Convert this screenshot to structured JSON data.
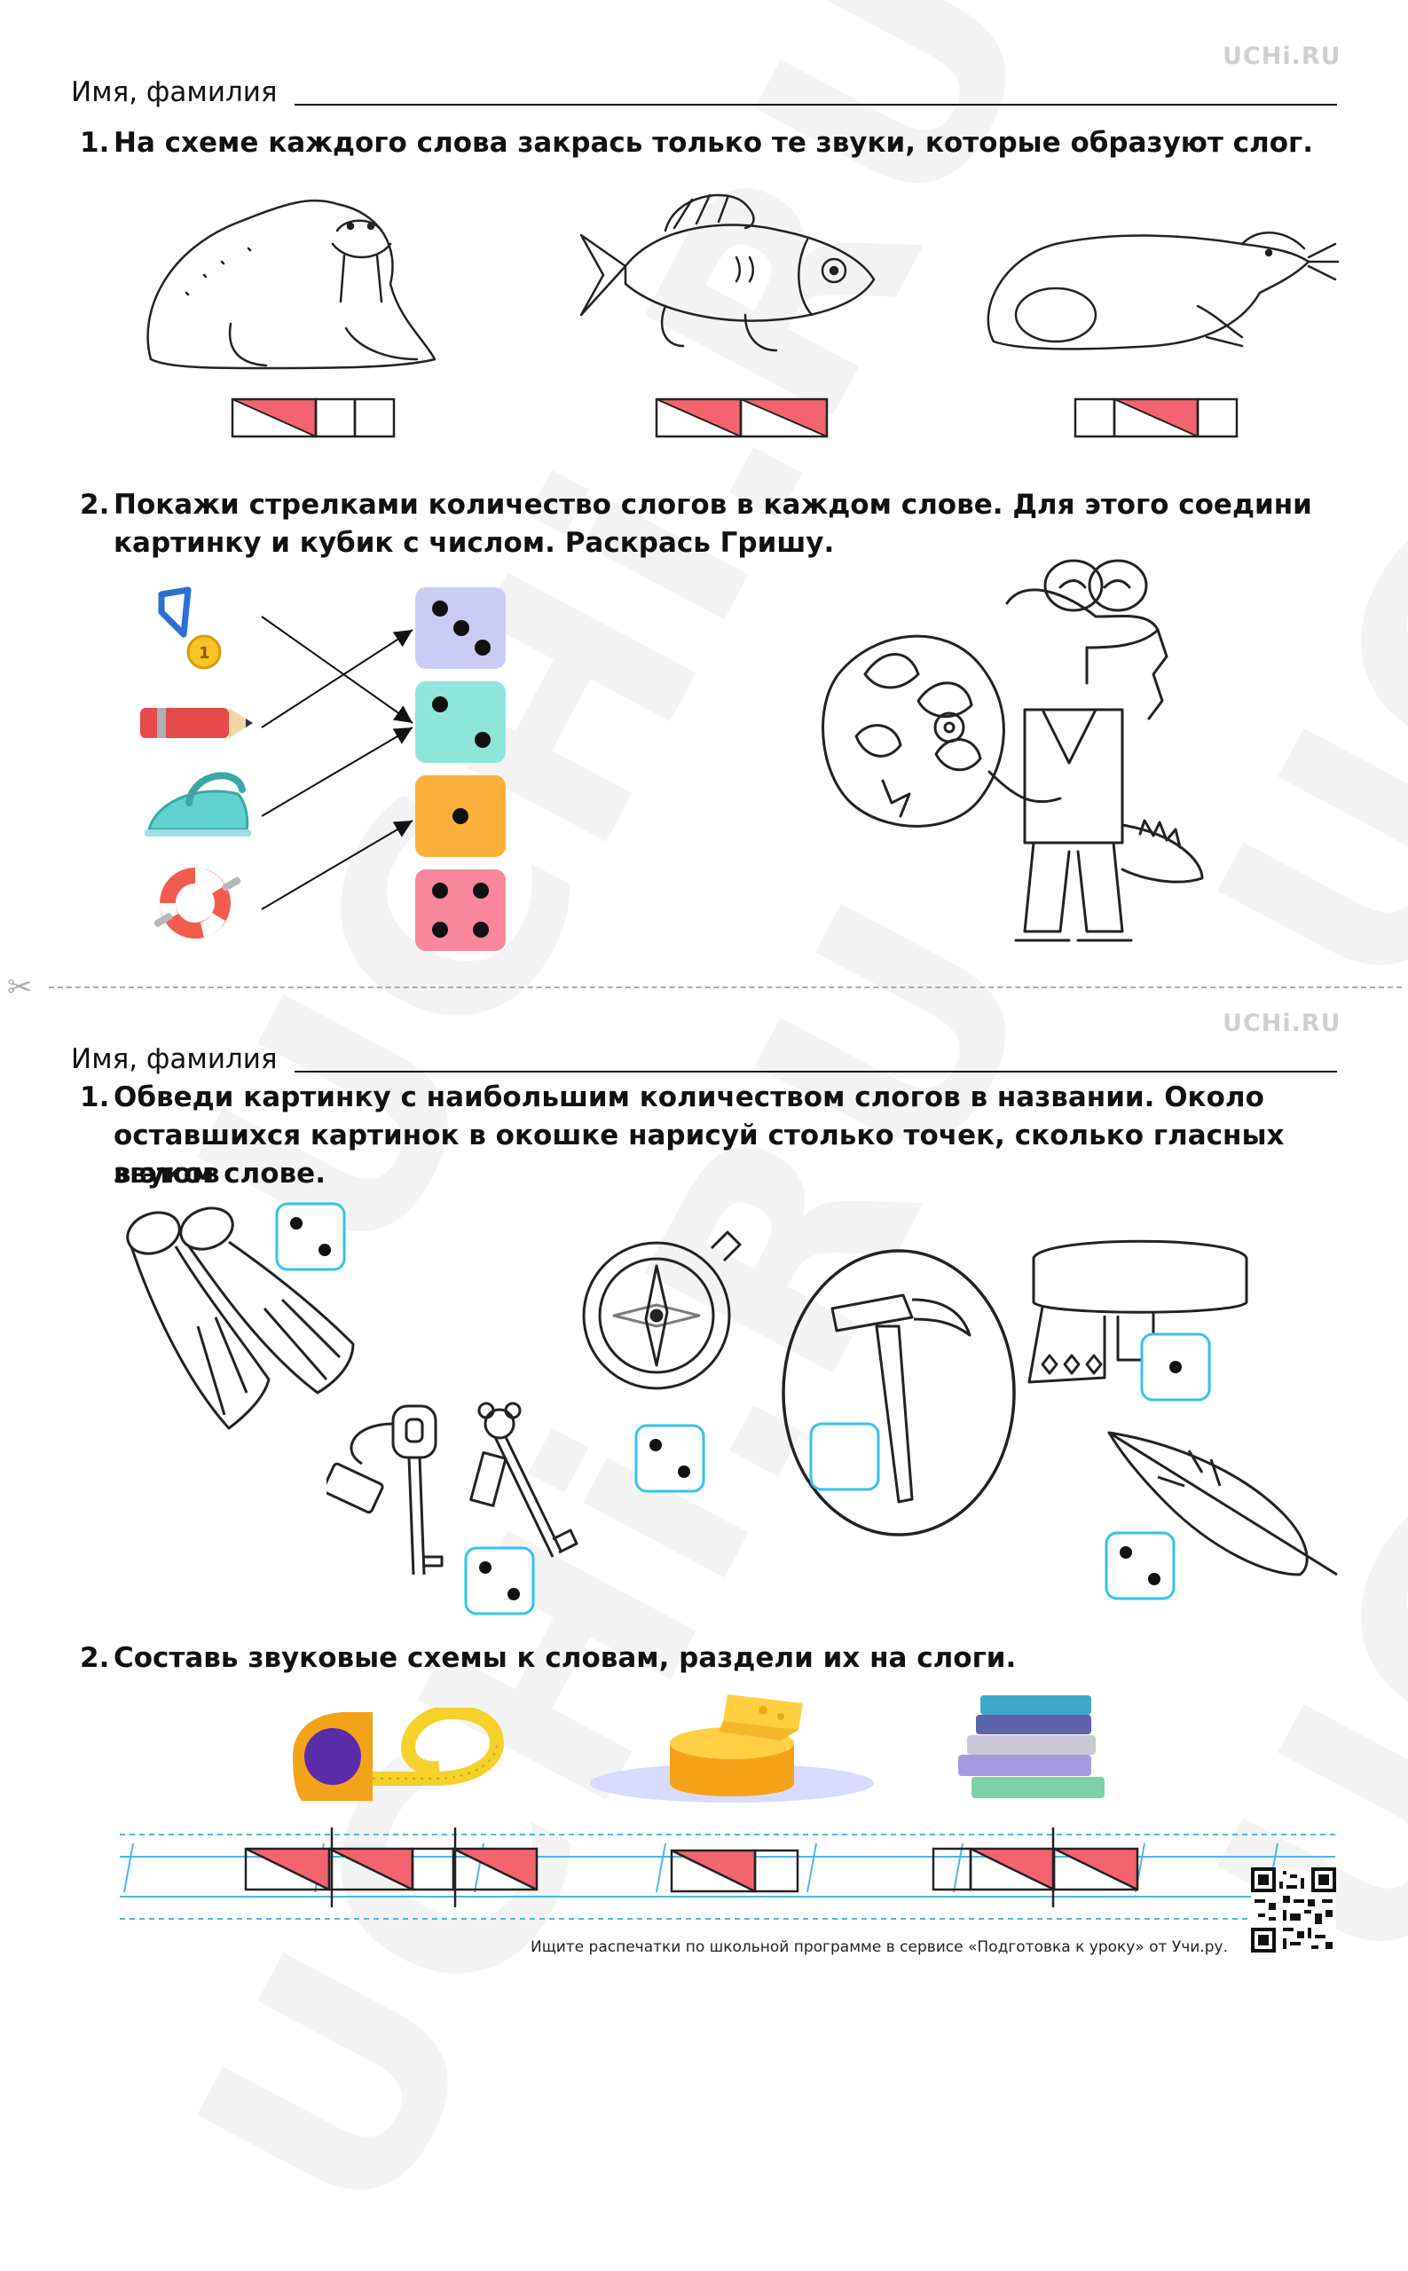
{
  "brand": "UCHi.RU",
  "watermark": "UCHi.RU",
  "part1": {
    "name_label": "Имя, фамилия",
    "task1": {
      "number": "1.",
      "text": "На схеме каждого слова закрась только те звуки, которые образуют слог."
    },
    "task2": {
      "number": "2.",
      "line1": "Покажи стрелками количество слогов в каждом слове. Для этого соедини",
      "line2": "картинку и кубик с числом. Раскрась Гришу."
    }
  },
  "part2": {
    "name_label": "Имя, фамилия",
    "task1": {
      "number": "1.",
      "line1": "Обведи картинку с наибольшим количеством слогов в названии. Около",
      "line2": "оставшихся картинок в окошке нарисуй столько точек, сколько гласных звуков",
      "line3": "в этом слове."
    },
    "task2": {
      "number": "2.",
      "text": "Составь звуковые схемы к словам, раздели их на слоги."
    }
  },
  "footer": "Ищите распечатки по школьной программе в сервисе «Подготовка к уроку» от Учи.ру.",
  "colors": {
    "syllable_red": "#f3646e",
    "die_lavender": "#c9cdf5",
    "die_mint": "#8ee6da",
    "die_orange": "#fbb03b",
    "die_pink": "#f8879b",
    "dot_box": "#32c5e6",
    "guide_blue": "#4cb6e8"
  },
  "dice": [
    3,
    2,
    1,
    4
  ],
  "dot_boxes": [
    2,
    1,
    2,
    0,
    2,
    2
  ]
}
